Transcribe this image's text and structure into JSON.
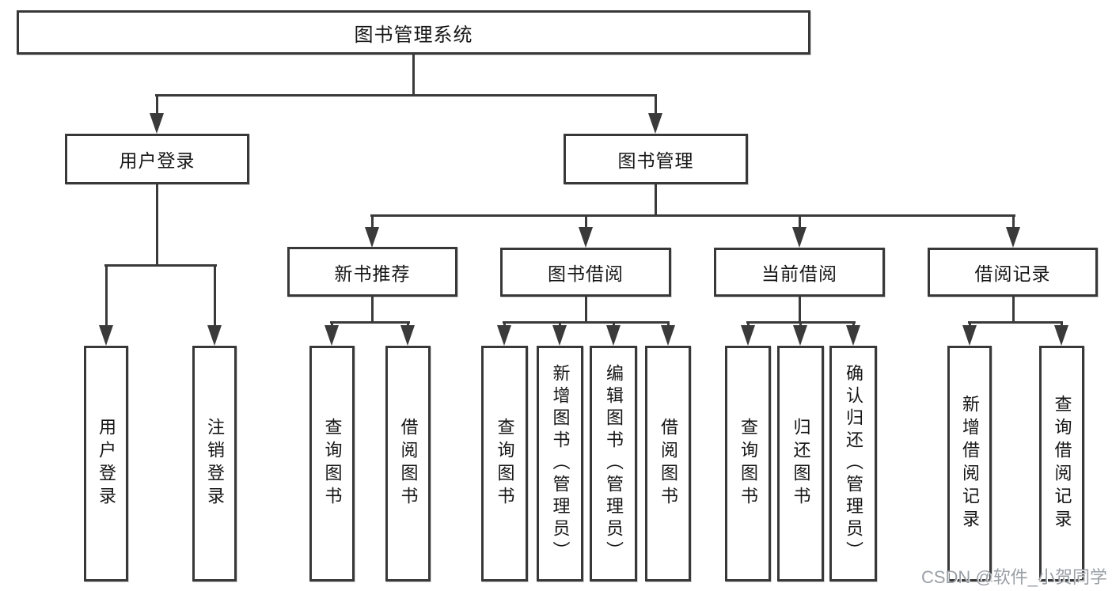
{
  "diagram_type": "hierarchy-tree",
  "colors": {
    "line": "#3a3a3a",
    "box_border": "#383838",
    "text": "#161616",
    "background": "#ffffff",
    "watermark": "#999fa6"
  },
  "nodes": {
    "root": {
      "label": "图书管理系统"
    },
    "level2": [
      {
        "id": "user-login",
        "label": "用户登录",
        "parent": "图书管理系统"
      },
      {
        "id": "book-management",
        "label": "图书管理",
        "parent": "图书管理系统"
      }
    ],
    "level3": [
      {
        "id": "new-book-recommend",
        "label": "新书推荐",
        "parent": "图书管理"
      },
      {
        "id": "book-borrow",
        "label": "图书借阅",
        "parent": "图书管理"
      },
      {
        "id": "current-borrow",
        "label": "当前借阅",
        "parent": "图书管理"
      },
      {
        "id": "borrow-records",
        "label": "借阅记录",
        "parent": "图书管理"
      }
    ],
    "leaves": [
      {
        "id": "leaf-user-login",
        "label": "用户登录",
        "parent": "用户登录"
      },
      {
        "id": "leaf-logout",
        "label": "注销登录",
        "parent": "用户登录"
      },
      {
        "id": "leaf-query-books-recommend",
        "label": "查询图书",
        "parent": "新书推荐"
      },
      {
        "id": "leaf-borrow-books-recommend",
        "label": "借阅图书",
        "parent": "新书推荐"
      },
      {
        "id": "leaf-query-books-borrow",
        "label": "查询图书",
        "parent": "图书借阅"
      },
      {
        "id": "leaf-add-book-admin",
        "label": "新增图书（管理员）",
        "parent": "图书借阅"
      },
      {
        "id": "leaf-edit-book-admin",
        "label": "编辑图书（管理员）",
        "parent": "图书借阅"
      },
      {
        "id": "leaf-borrow-books-borrow",
        "label": "借阅图书",
        "parent": "图书借阅"
      },
      {
        "id": "leaf-query-books-current",
        "label": "查询图书",
        "parent": "当前借阅"
      },
      {
        "id": "leaf-return-book",
        "label": "归还图书",
        "parent": "当前借阅"
      },
      {
        "id": "leaf-confirm-return-admin",
        "label": "确认归还（管理员）",
        "parent": "当前借阅"
      },
      {
        "id": "leaf-add-borrow-record",
        "label": "新增借阅记录",
        "parent": "借阅记录"
      },
      {
        "id": "leaf-query-borrow-record",
        "label": "查询借阅记录",
        "parent": "借阅记录"
      }
    ]
  },
  "watermark": {
    "text": "CSDN @软件_小贺同学"
  }
}
